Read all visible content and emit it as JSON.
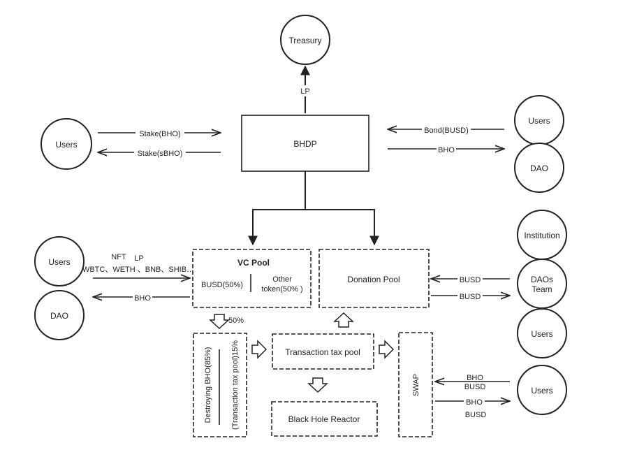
{
  "nodes": {
    "treasury": "Treasury",
    "bhdp": "BHDP",
    "users_left_top": "Users",
    "users_right_top": "Users",
    "dao_right_top": "DAO",
    "institution": "Institution",
    "daos_team_line1": "DAOs",
    "daos_team_line2": "Team",
    "users_right_mid": "Users",
    "users_right_bottom": "Users",
    "users_left_mid": "Users",
    "dao_left": "DAO",
    "vc_pool_title": "VC Pool",
    "vc_pool_busd": "BUSD(50%)",
    "vc_pool_other_line1": "Other",
    "vc_pool_other_line2": "token(50% )",
    "donation_pool": "Donation Pool",
    "transaction_tax_pool": "Transaction tax pool",
    "black_hole_reactor": "Black Hole Reactor",
    "swap": "SWAP",
    "destroying": "Destroying BHO(85%)",
    "tax_pool_15": "(Transaction tax pool)15%"
  },
  "edge_labels": {
    "lp_top": "LP",
    "stake_bho": "Stake(BHO)",
    "stake_sbho": "Stake(sBHO)",
    "bond_busd": "Bond(BUSD)",
    "bho_right": "BHO",
    "nft": "NFT",
    "lp_left": "LP",
    "tokens_list": "WBTC、WETH 、BNB、SHIB…",
    "bho_left": "BHO",
    "busd_in": "BUSD",
    "busd_out": "BUSD",
    "fifty_pct": "50%",
    "swap_in_bho": "BHO",
    "swap_in_busd": "BUSD",
    "swap_out_bho": "BHO",
    "swap_out_busd": "BUSD"
  }
}
